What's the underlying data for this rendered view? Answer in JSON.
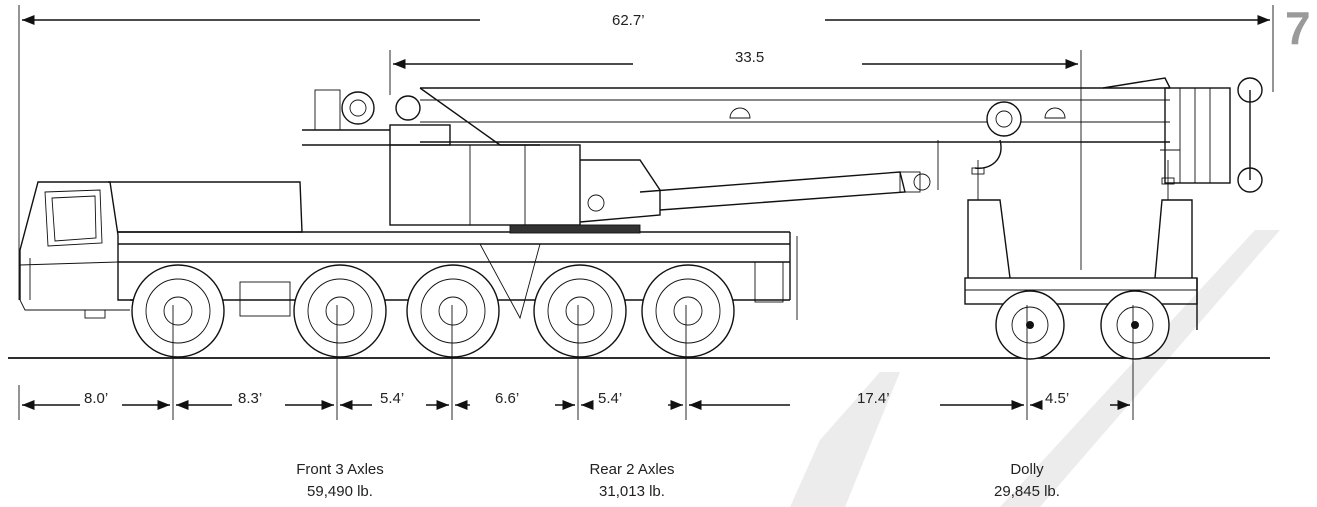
{
  "page_number": "7",
  "dimensions": {
    "overall_length": "62.7’",
    "boom_length": "33.5",
    "segments": [
      {
        "label": "8.0’"
      },
      {
        "label": "8.3’"
      },
      {
        "label": "5.4’"
      },
      {
        "label": "6.6’"
      },
      {
        "label": "5.4’"
      },
      {
        "label": "17.4’"
      },
      {
        "label": "4.5’"
      }
    ]
  },
  "axle_groups": [
    {
      "name": "Front 3 Axles",
      "weight": "59,490 lb."
    },
    {
      "name": "Rear 2 Axles",
      "weight": "31,013 lb."
    },
    {
      "name": "Dolly",
      "weight": "29,845 lb."
    }
  ],
  "colors": {
    "line": "#111111",
    "watermark": "#e6e6e6",
    "page_number": "#9a9a9a"
  }
}
